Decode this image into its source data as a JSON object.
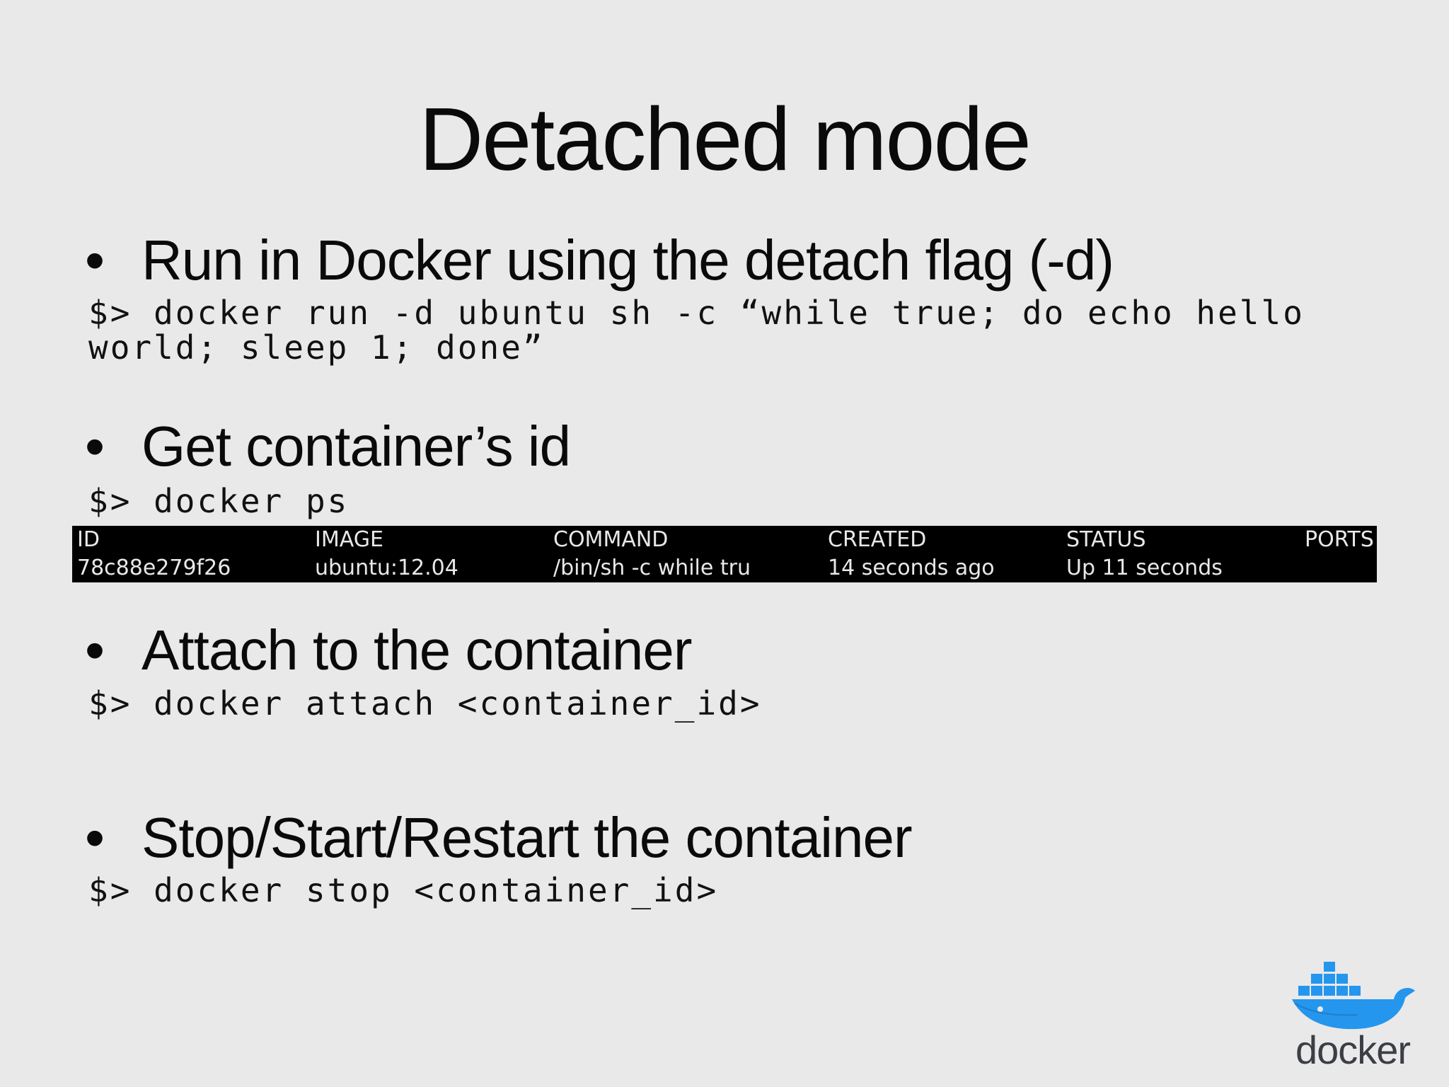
{
  "slide": {
    "title": "Detached mode"
  },
  "sections": [
    {
      "bullet": "•",
      "heading": "Run in Docker using the detach flag (-d)",
      "command_lines": [
        "$> docker run -d ubuntu sh -c “while true; do echo hello",
        "world; sleep 1; done”"
      ]
    },
    {
      "bullet": "•",
      "heading": "Get container’s id",
      "command_lines": [
        "$> docker ps"
      ]
    },
    {
      "bullet": "•",
      "heading": "Attach to the container",
      "command_lines": [
        "$> docker attach <container_id>"
      ]
    },
    {
      "bullet": "•",
      "heading": "Stop/Start/Restart the container",
      "command_lines": [
        "$> docker stop <container_id>"
      ]
    }
  ],
  "docker_ps_output": {
    "headers": [
      "ID",
      "IMAGE",
      "COMMAND",
      "CREATED",
      "STATUS",
      "PORTS"
    ],
    "rows": [
      [
        "78c88e279f26",
        "ubuntu:12.04",
        "/bin/sh -c while tru",
        "14 seconds ago",
        "Up 11 seconds",
        ""
      ]
    ]
  },
  "logo": {
    "icon": "docker-whale-icon",
    "text": "docker",
    "colors": {
      "whale": "#2496ed",
      "containers": "#2496ed",
      "text": "#3b3f45"
    }
  }
}
